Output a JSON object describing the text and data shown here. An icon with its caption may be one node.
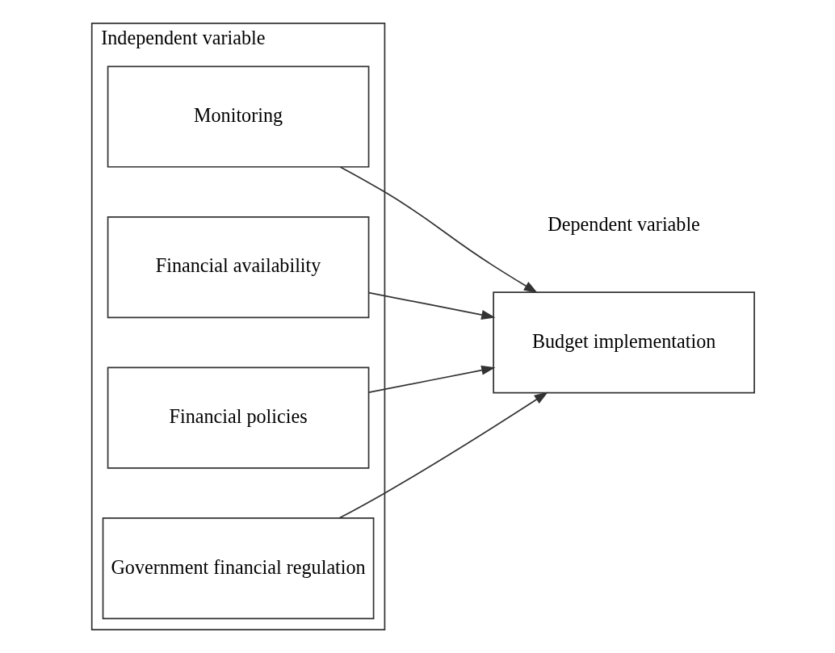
{
  "diagram": {
    "nodes": [
      {
        "text": [
          "Independent variable"
        ]
      },
      {
        "text": [
          "Monitoring"
        ],
        "in": 0
      },
      {
        "text": [
          "Financial availability"
        ],
        "in": 0
      },
      {
        "text": [
          "Financial policies"
        ],
        "in": 0
      },
      {
        "text": [
          "Government financial regulation"
        ],
        "in": 0
      },
      {
        "text": [
          "Budget implementation"
        ]
      }
    ],
    "edges": [
      {
        "from": 1,
        "to": 5,
        "arrow": "to"
      },
      {
        "from": 2,
        "to": 5,
        "arrow": "to"
      },
      {
        "from": 3,
        "to": 5,
        "arrow": "to"
      },
      {
        "from": 4,
        "to": 5,
        "arrow": "to"
      }
    ],
    "labels": [
      "Dependent variable"
    ]
  }
}
